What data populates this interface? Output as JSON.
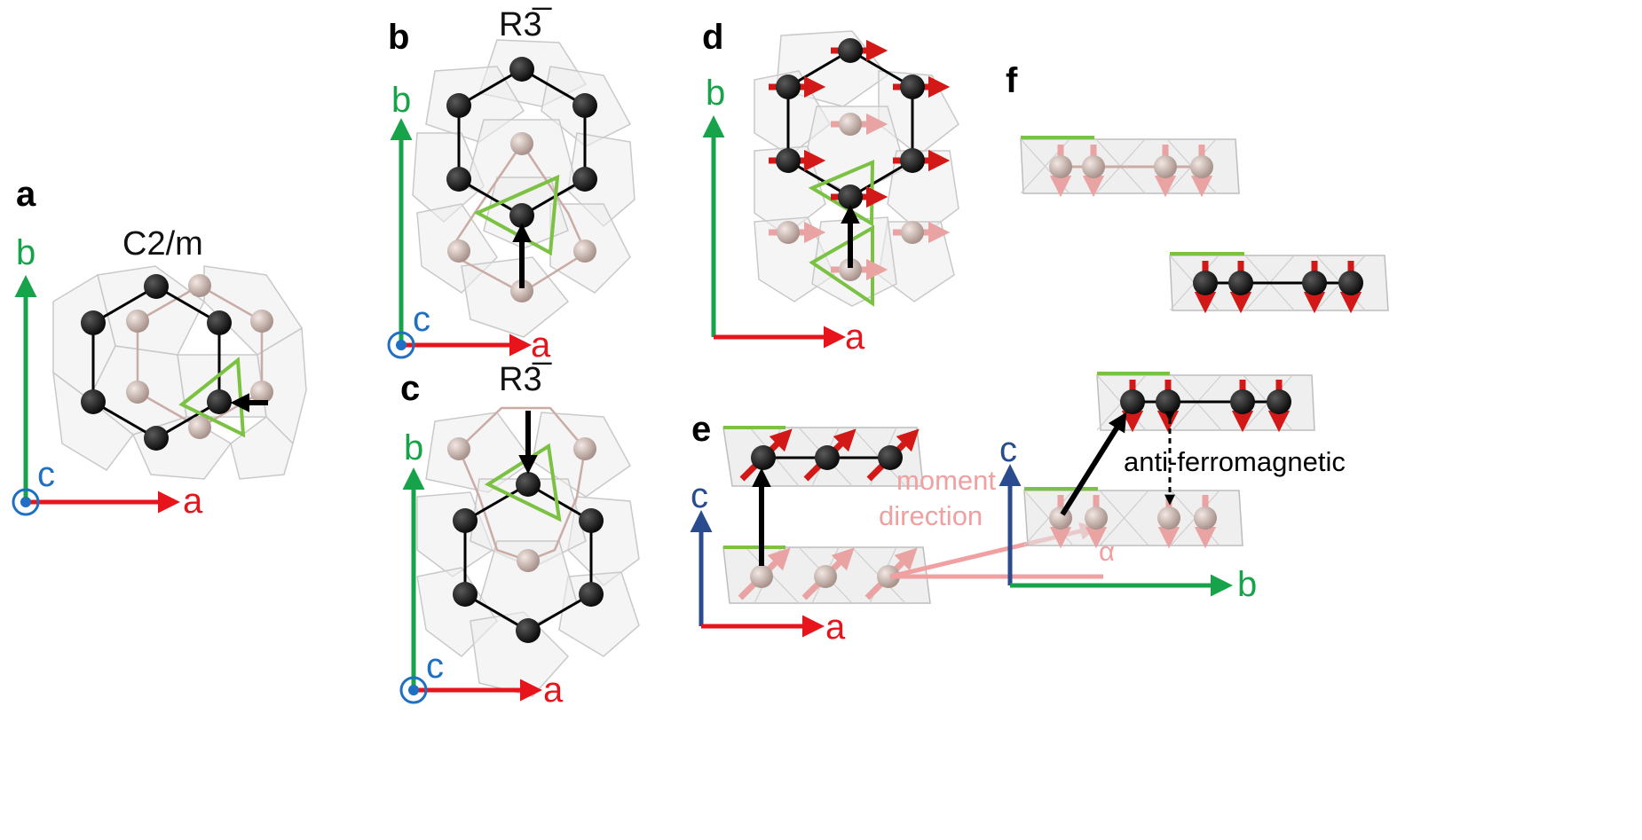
{
  "panels": {
    "a": {
      "label": "a",
      "space_group": "C2/m",
      "axis_x": "a",
      "axis_y": "b",
      "axis_z": "c"
    },
    "b": {
      "label": "b",
      "space_group": "R3̅",
      "axis_x": "a",
      "axis_y": "b",
      "axis_z": "c"
    },
    "c": {
      "label": "c",
      "space_group": "R3̅",
      "axis_x": "a",
      "axis_y": "b",
      "axis_z": "c"
    },
    "d": {
      "label": "d",
      "axis_x": "a",
      "axis_y": "b"
    },
    "e": {
      "label": "e",
      "axis_x": "a",
      "axis_y": "c",
      "annotation_line1": "moment",
      "annotation_line2": "direction",
      "angle_symbol": "α"
    },
    "f": {
      "label": "f",
      "axis_x": "b",
      "axis_y": "c",
      "annotation": "anti-ferromagnetic"
    }
  },
  "colors": {
    "axis_a": "#e8141b",
    "axis_b": "#16a34a",
    "axis_c_circle": "#1f6fc2",
    "axis_c_arrow": "#2b4b8f",
    "atom_dark": "#141414",
    "atom_light": "#c4aea8",
    "moment_dark": "#d31818",
    "moment_light": "#e9a3a3",
    "triangle": "#7bc142",
    "annotation": "#f0a0a0"
  }
}
